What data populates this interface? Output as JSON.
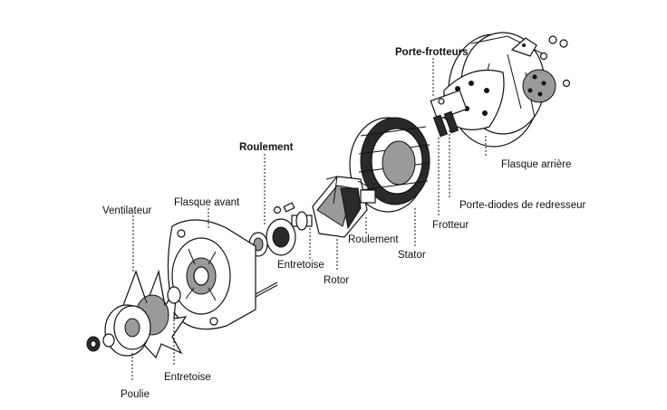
{
  "labels": {
    "porte_frotteurs": "Porte-frotteurs",
    "roulement_top": "Roulement",
    "ventilateur": "Ventilateur",
    "flasque_avant": "Flasque avant",
    "flasque_arriere": "Flasque arrière",
    "porte_diodes": "Porte-diodes de redresseur",
    "frotteur": "Frotteur",
    "roulement_mid": "Roulement",
    "stator": "Stator",
    "entretoise_mid": "Entretoise",
    "rotor": "Rotor",
    "entretoise_bottom": "Entretoise",
    "poulie": "Poulie"
  }
}
